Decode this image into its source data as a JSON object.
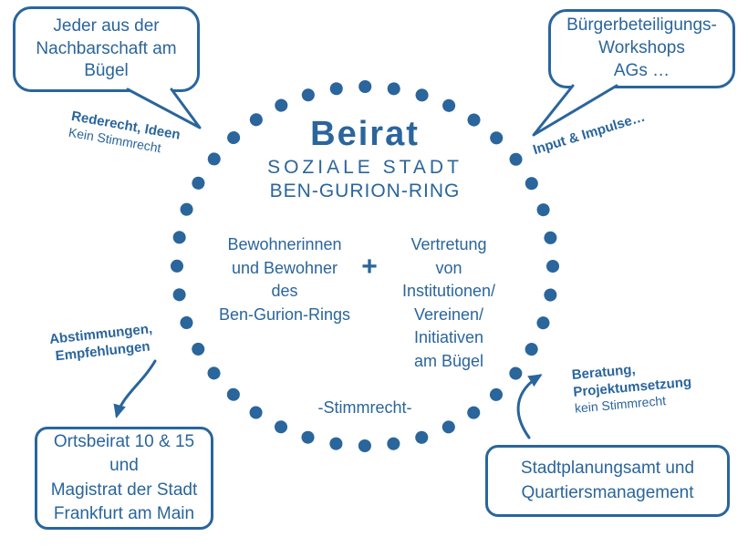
{
  "colors": {
    "accent": "#2a659c",
    "background": "#ffffff"
  },
  "circle": {
    "title": "Beirat",
    "subtitle_line1": "SOZIALE STADT",
    "subtitle_line2": "BEN-GURION-RING",
    "left_group": "Bewohnerinnen\nund Bewohner\ndes\nBen-Gurion-Rings",
    "plus": "+",
    "right_group": "Vertretung\nvon\nInstitutionen/\nVereinen/\nInitiativen\nam Bügel",
    "voting_note": "-Stimmrecht-"
  },
  "bubbles": {
    "top_left": "Jeder aus der\nNachbarschaft am\nBügel",
    "top_right": "Bürgerbeteiligungs-\nWorkshops\nAGs …"
  },
  "boxes": {
    "bottom_left": "Ortsbeirat 10 & 15\nund\nMagistrat der Stadt\nFrankfurt am Main",
    "bottom_right": "Stadtplanungsamt und\nQuartiersmanagement"
  },
  "annotations": {
    "top_left_bold": "Rederecht, Ideen",
    "top_left_regular": "Kein Stimmrecht",
    "top_right": "Input & Impulse…",
    "bottom_left": "Abstimmungen,\nEmpfehlungen",
    "bottom_right_bold": "Beratung,\nProjektumsetzung",
    "bottom_right_regular": "kein Stimmrecht"
  }
}
